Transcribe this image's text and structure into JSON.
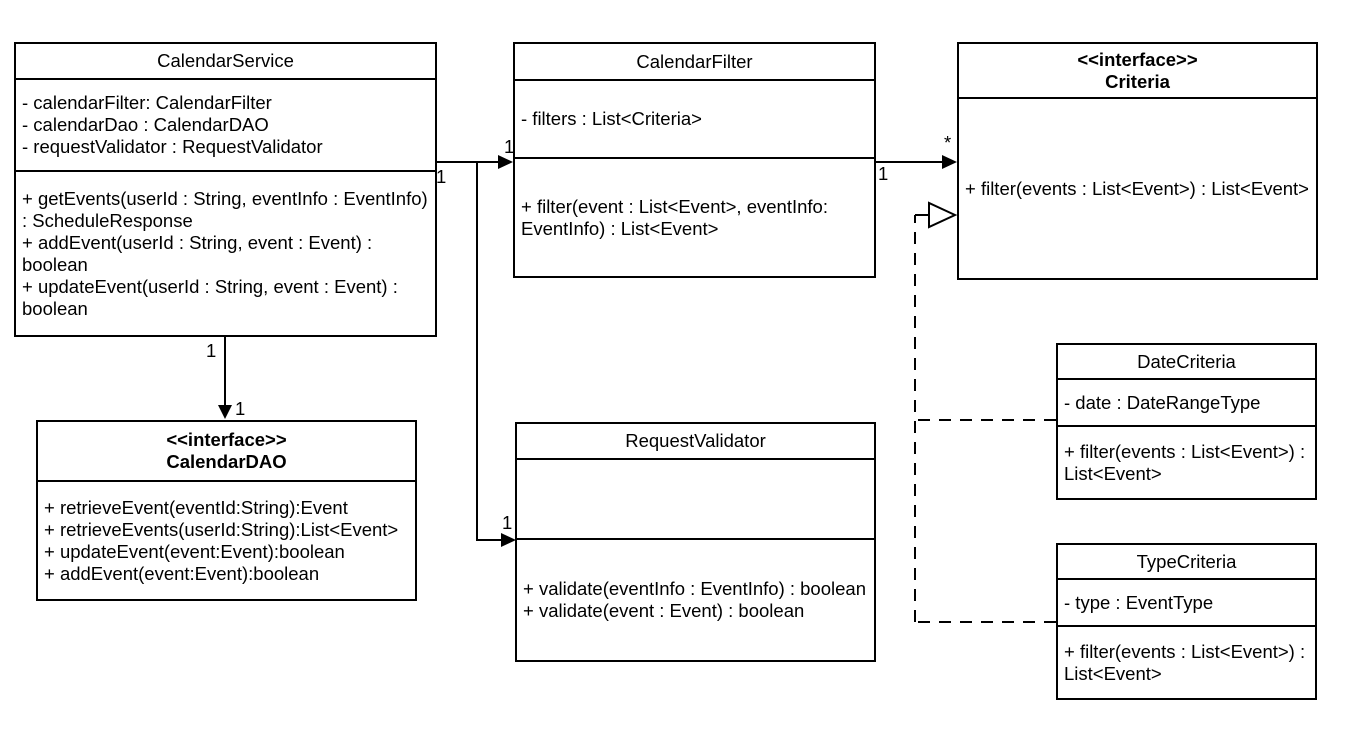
{
  "colors": {
    "line": "#000000",
    "background": "#ffffff",
    "text": "#000000"
  },
  "classes": {
    "calendarService": {
      "name": "CalendarService",
      "attributes": [
        "- calendarFilter: CalendarFilter",
        "- calendarDao : CalendarDAO",
        "- requestValidator : RequestValidator"
      ],
      "methods": [
        "+ getEvents(userId : String, eventInfo : EventInfo) : ScheduleResponse",
        "+ addEvent(userId : String, event : Event) : boolean",
        "+ updateEvent(userId : String, event : Event) : boolean"
      ]
    },
    "calendarFilter": {
      "name": "CalendarFilter",
      "attributes": [
        "- filters : List<Criteria>"
      ],
      "methods": [
        "+ filter(event : List<Event>, eventInfo: EventInfo) : List<Event>"
      ]
    },
    "criteria": {
      "stereotype": "<<interface>>",
      "name": "Criteria",
      "methods": [
        "+ filter(events : List<Event>) : List<Event>"
      ]
    },
    "calendarDao": {
      "stereotype": "<<interface>>",
      "name": "CalendarDAO",
      "methods": [
        "+ retrieveEvent(eventId:String):Event",
        "+ retrieveEvents(userId:String):List<Event>",
        "+ updateEvent(event:Event):boolean",
        "+ addEvent(event:Event):boolean"
      ]
    },
    "requestValidator": {
      "name": "RequestValidator",
      "methods": [
        "+ validate(eventInfo : EventInfo) : boolean",
        "+ validate(event : Event) : boolean"
      ]
    },
    "dateCriteria": {
      "name": "DateCriteria",
      "attributes": [
        "- date : DateRangeType"
      ],
      "methods": [
        "+ filter(events : List<Event>) : List<Event>"
      ]
    },
    "typeCriteria": {
      "name": "TypeCriteria",
      "attributes": [
        "- type : EventType"
      ],
      "methods": [
        "+ filter(events : List<Event>) : List<Event>"
      ]
    }
  },
  "edges": {
    "serviceToFilter": {
      "sourceLabel": "1",
      "targetLabel": "1"
    },
    "serviceToValidator": {
      "targetLabel": "1"
    },
    "serviceToDao": {
      "sourceLabel": "1",
      "targetLabel": "1"
    },
    "filterToCriteria": {
      "sourceLabel": "1",
      "targetLabel": "*"
    }
  }
}
